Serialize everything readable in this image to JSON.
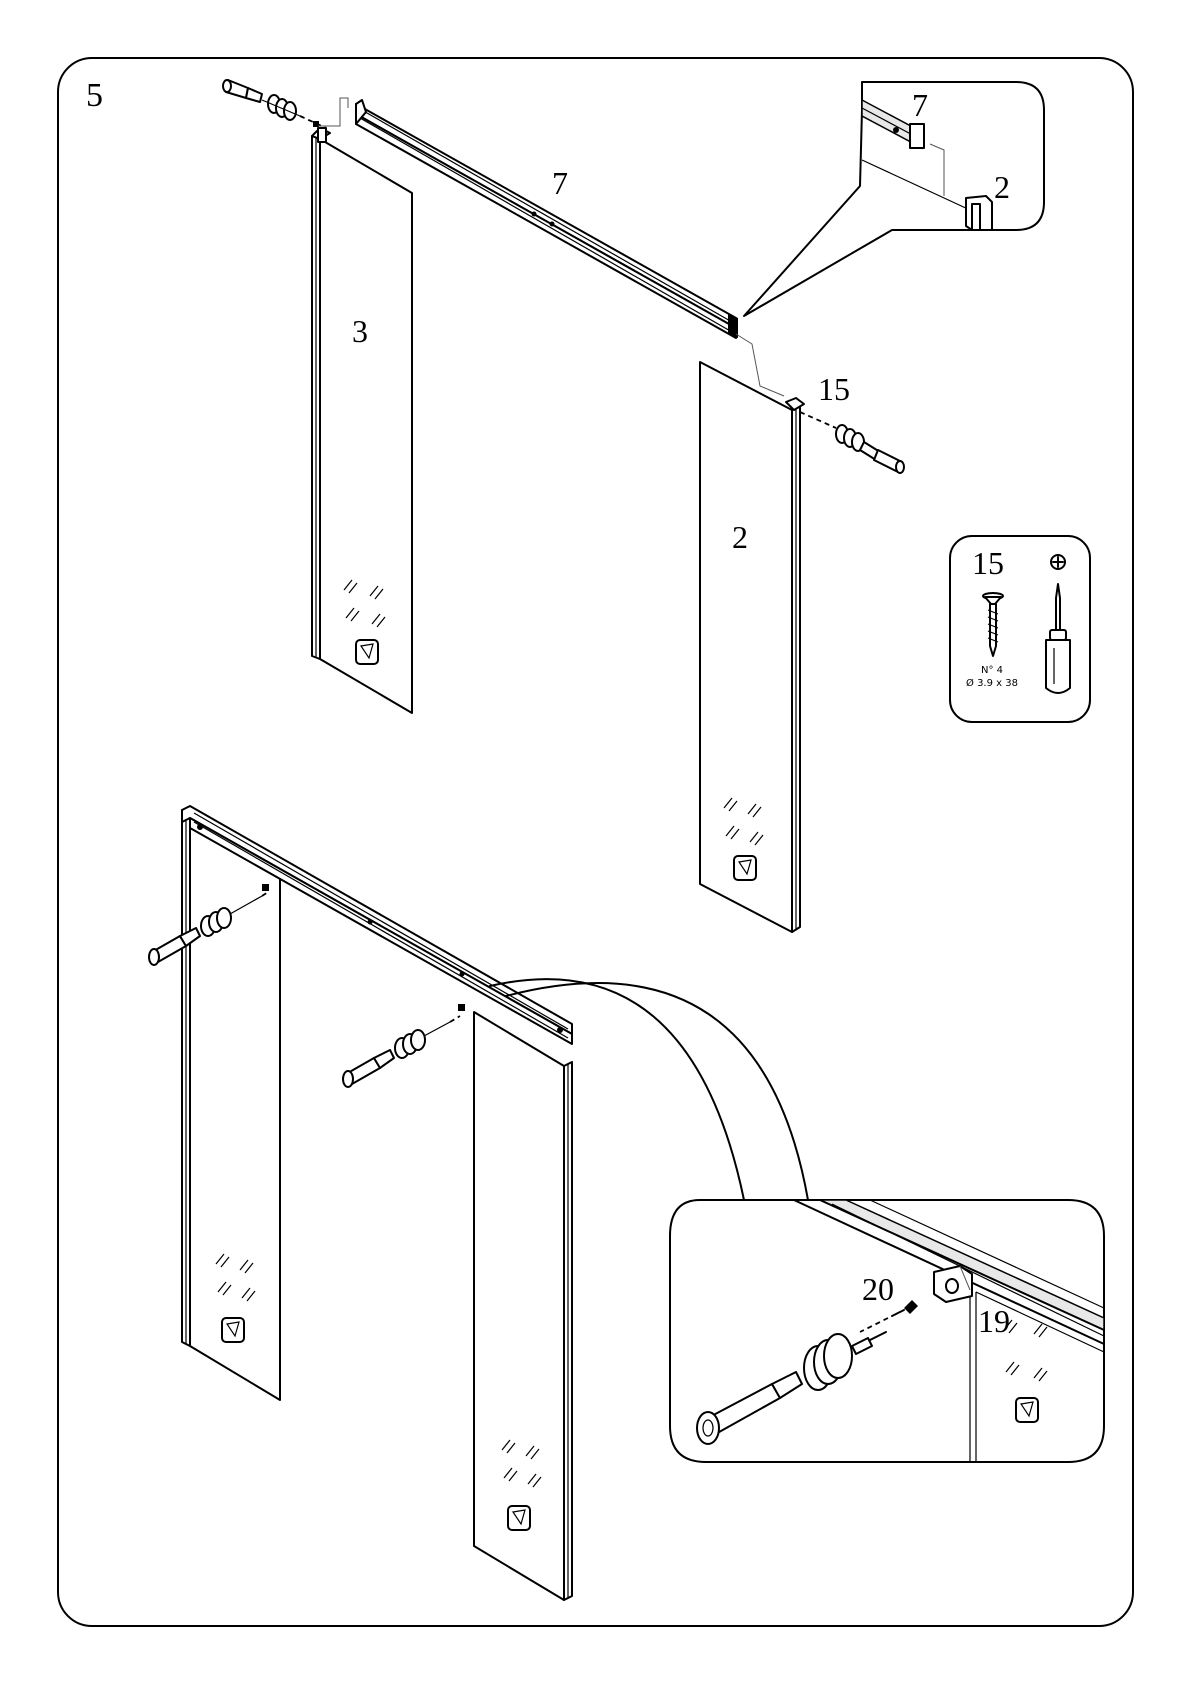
{
  "step": {
    "number": "5"
  },
  "callouts": {
    "panel_left": "3",
    "panel_right": "2",
    "top_rail": "7",
    "screw_part": "15",
    "zoom_top_rail": "7",
    "zoom_top_panel": "2",
    "zoom_bottom_part_a": "20",
    "zoom_bottom_part_b": "19"
  },
  "hardware_box": {
    "part": "15",
    "quantity": "N° 4",
    "dimensions": "Ø 3.9 x 38",
    "tool_icon": "phillips-screwdriver-icon"
  },
  "colors": {
    "line": "#000000",
    "background": "#ffffff"
  }
}
